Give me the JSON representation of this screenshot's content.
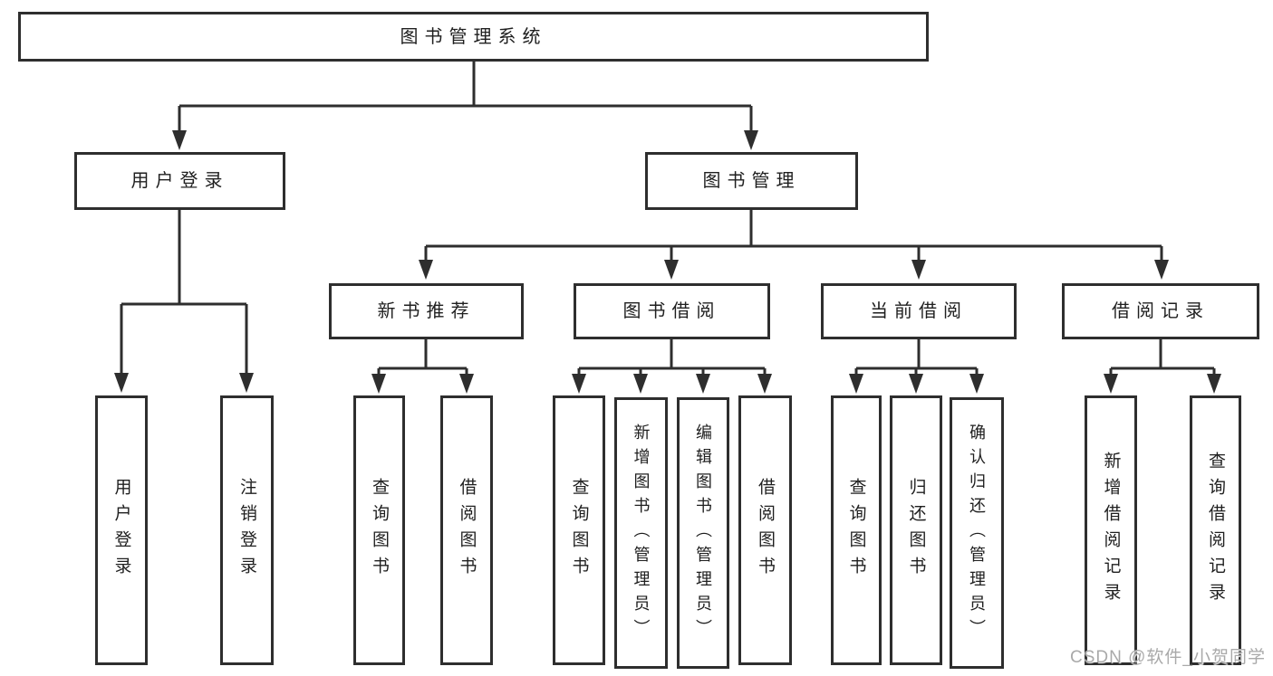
{
  "diagram": {
    "title": "图书管理系统",
    "level2": [
      {
        "label": "用户登录",
        "children": [
          "用户登录",
          "注销登录"
        ]
      },
      {
        "label": "图书管理",
        "groups": [
          {
            "label": "新书推荐",
            "children": [
              "查询图书",
              "借阅图书"
            ]
          },
          {
            "label": "图书借阅",
            "children": [
              "查询图书",
              "新增图书（管理员）",
              "编辑图书（管理员）",
              "借阅图书"
            ]
          },
          {
            "label": "当前借阅",
            "children": [
              "查询图书",
              "归还图书",
              "确认归还（管理员）"
            ]
          },
          {
            "label": "借阅记录",
            "children": [
              "新增借阅记录",
              "查询借阅记录"
            ]
          }
        ]
      }
    ]
  },
  "watermark": {
    "text": "CSDN @软件_小贺同学"
  },
  "colors": {
    "line": "#2e2e2e",
    "text": "#1f1f1f",
    "background": "#ffffff",
    "watermark": "#a9a9a9"
  }
}
